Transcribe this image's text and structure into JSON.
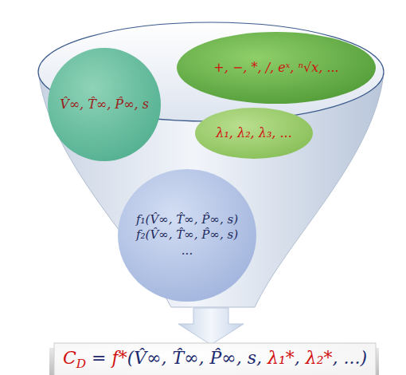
{
  "diagram": {
    "nodes": [
      {
        "text": [
          "V̂∞, T̂∞, P̂∞, s"
        ]
      },
      {
        "text": [
          "+, −,  *,  /, eˣ, ⁿ√x, ..."
        ]
      },
      {
        "text": [
          "λ₁, λ₂, λ₃, ..."
        ]
      },
      {
        "text": [
          "f₁(V̂∞, T̂∞, P̂∞, s)",
          "f₂(V̂∞, T̂∞, P̂∞, s)",
          "..."
        ]
      },
      {
        "text": [
          "CD = f*(V̂∞, T̂∞, P̂∞, s, λ₁*, λ₂*, ...)"
        ]
      }
    ]
  }
}
